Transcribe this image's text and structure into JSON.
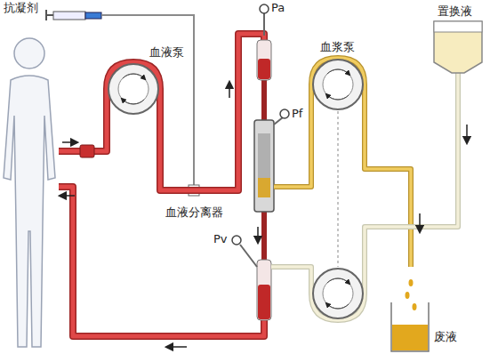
{
  "diagram": {
    "labels": [
      "抗凝剂",
      "血液泵",
      "Pa",
      "Pf",
      "血浆泵",
      "置换液",
      "血液分离器",
      "Pv",
      "废液"
    ]
  }
}
